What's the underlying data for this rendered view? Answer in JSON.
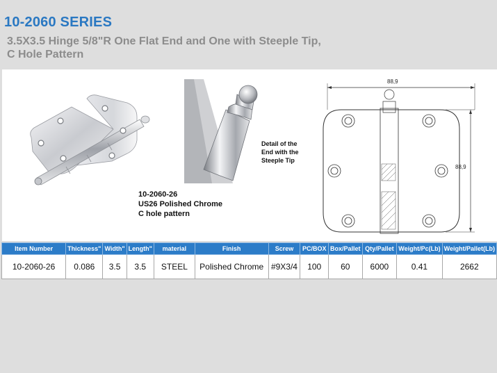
{
  "header": {
    "series": "10-2060 SERIES",
    "subtitle_line1": "3.5X3.5 Hinge 5/8\"R  One Flat End and One with Steeple Tip,",
    "subtitle_line2": "C Hole Pattern"
  },
  "images": {
    "detail_note": [
      "Detail of the",
      "End with the",
      "Steeple Tip"
    ],
    "caption": [
      "10-2060-26",
      "US26 Polished Chrome",
      "C hole pattern"
    ]
  },
  "drawing": {
    "width_dim": "88,9",
    "height_dim": "88,9"
  },
  "table": {
    "headers": [
      "Item Number",
      "Thickness\"",
      "Width\"",
      "Length\"",
      "material",
      "Finish",
      "Screw",
      "PC/BOX",
      "Box/Pallet",
      "Qty/Pallet",
      "Weight/Pc(Lb)",
      "Weight/Pallet(Lb)"
    ],
    "rows": [
      [
        "10-2060-26",
        "0.086",
        "3.5",
        "3.5",
        "STEEL",
        "Polished Chrome",
        "#9X3/4",
        "100",
        "60",
        "6000",
        "0.41",
        "2662"
      ]
    ]
  },
  "colors": {
    "title_blue": "#2a78c2",
    "header_blue": "#2c7cc8",
    "subtitle_gray": "#8c8c8c"
  }
}
